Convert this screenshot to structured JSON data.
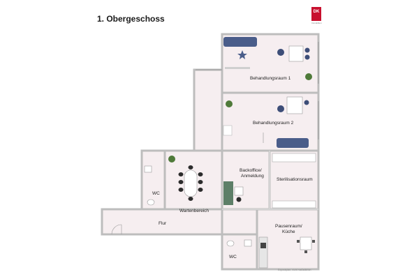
{
  "header": {
    "title": "1. Obergeschoss",
    "logo_text": "DK",
    "logo_sub": "Immobilien"
  },
  "rooms": {
    "behandlungsraum_1": "Behandlungsraum 1",
    "behandlungsraum_2": "Behandlungsraum 2",
    "backoffice_line1": "Backoffice/",
    "backoffice_line2": "Anmeldung",
    "sterilisationsraum": "Sterilisationsraum",
    "wc_top": "WC",
    "wartenbereich": "Wartenbereich",
    "flur": "Flur",
    "pausenraum_line1": "Pausenraum/",
    "pausenraum_line2": "Küche",
    "wc_bottom": "WC"
  },
  "footer": {
    "note": "Exposéplan, nicht maßstäblich"
  },
  "colors": {
    "floor": "#f6eef0",
    "wall": "#b9b9b9",
    "sofa": "#4a5d8a",
    "plant": "#4f7a3a",
    "logo": "#c8102e"
  }
}
